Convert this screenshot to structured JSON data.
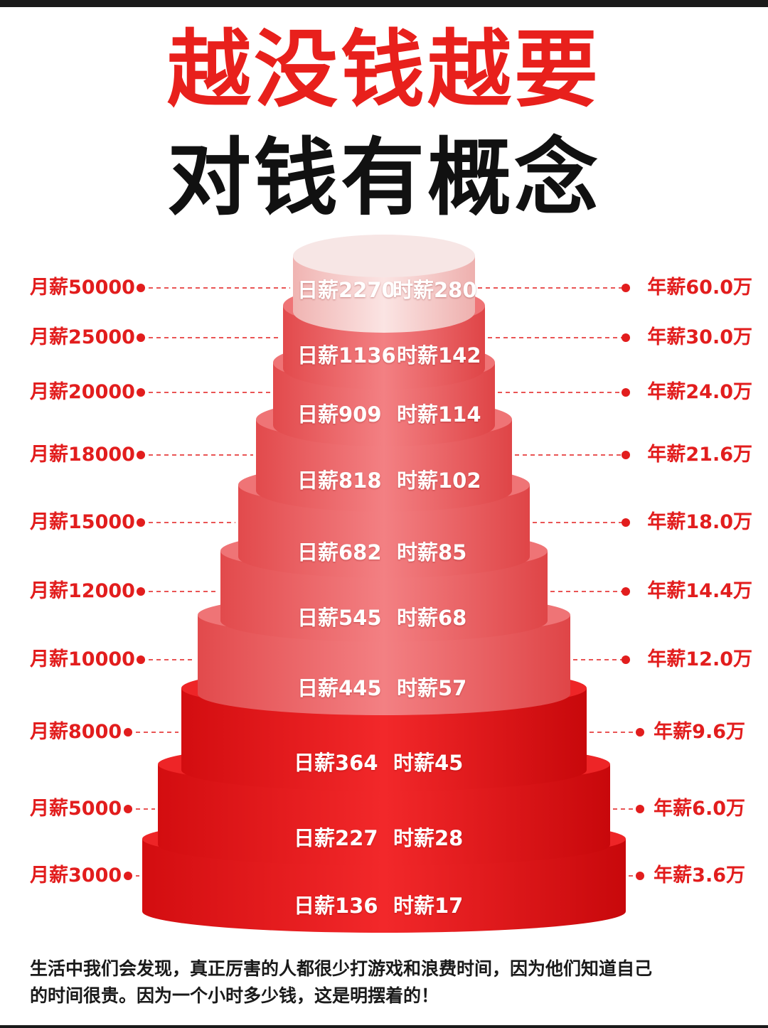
{
  "title": {
    "line1": "越没钱越要",
    "line2": "对钱有概念"
  },
  "tiers": [
    {
      "monthly": "月薪50000",
      "daily": "日薪2270",
      "hourly": "时薪280",
      "annual": "年薪60.0万"
    },
    {
      "monthly": "月薪25000",
      "daily": "日薪1136",
      "hourly": "时薪142",
      "annual": "年薪30.0万"
    },
    {
      "monthly": "月薪20000",
      "daily": "日薪909",
      "hourly": "时薪114",
      "annual": "年薪24.0万"
    },
    {
      "monthly": "月薪18000",
      "daily": "日薪818",
      "hourly": "时薪102",
      "annual": "年薪21.6万"
    },
    {
      "monthly": "月薪15000",
      "daily": "日薪682",
      "hourly": "时薪85",
      "annual": "年薪18.0万"
    },
    {
      "monthly": "月薪12000",
      "daily": "日薪545",
      "hourly": "时薪68",
      "annual": "年薪14.4万"
    },
    {
      "monthly": "月薪10000",
      "daily": "日薪445",
      "hourly": "时薪57",
      "annual": "年薪12.0万"
    },
    {
      "monthly": "月薪8000",
      "daily": "日薪364",
      "hourly": "时薪45",
      "annual": "年薪9.6万"
    },
    {
      "monthly": "月薪5000",
      "daily": "日薪227",
      "hourly": "时薪28",
      "annual": "年薪6.0万"
    },
    {
      "monthly": "月薪3000",
      "daily": "日薪136",
      "hourly": "时薪17",
      "annual": "年薪3.6万"
    }
  ],
  "colors": {
    "title_red": "#e8201c",
    "title_black": "#111111",
    "label_red": "#e21d1d",
    "top_tier": "#f2c2c0",
    "upper_tiers": "#ea5b5d",
    "lower_tiers": "#e11414",
    "dash_line": "#e21d1d"
  },
  "footer": {
    "line1": "生活中我们会发现，真正厉害的人都很少打游戏和浪费时间，因为他们知道自己",
    "line2": "的时间很贵。因为一个小时多少钱，这是明摆着的！"
  }
}
